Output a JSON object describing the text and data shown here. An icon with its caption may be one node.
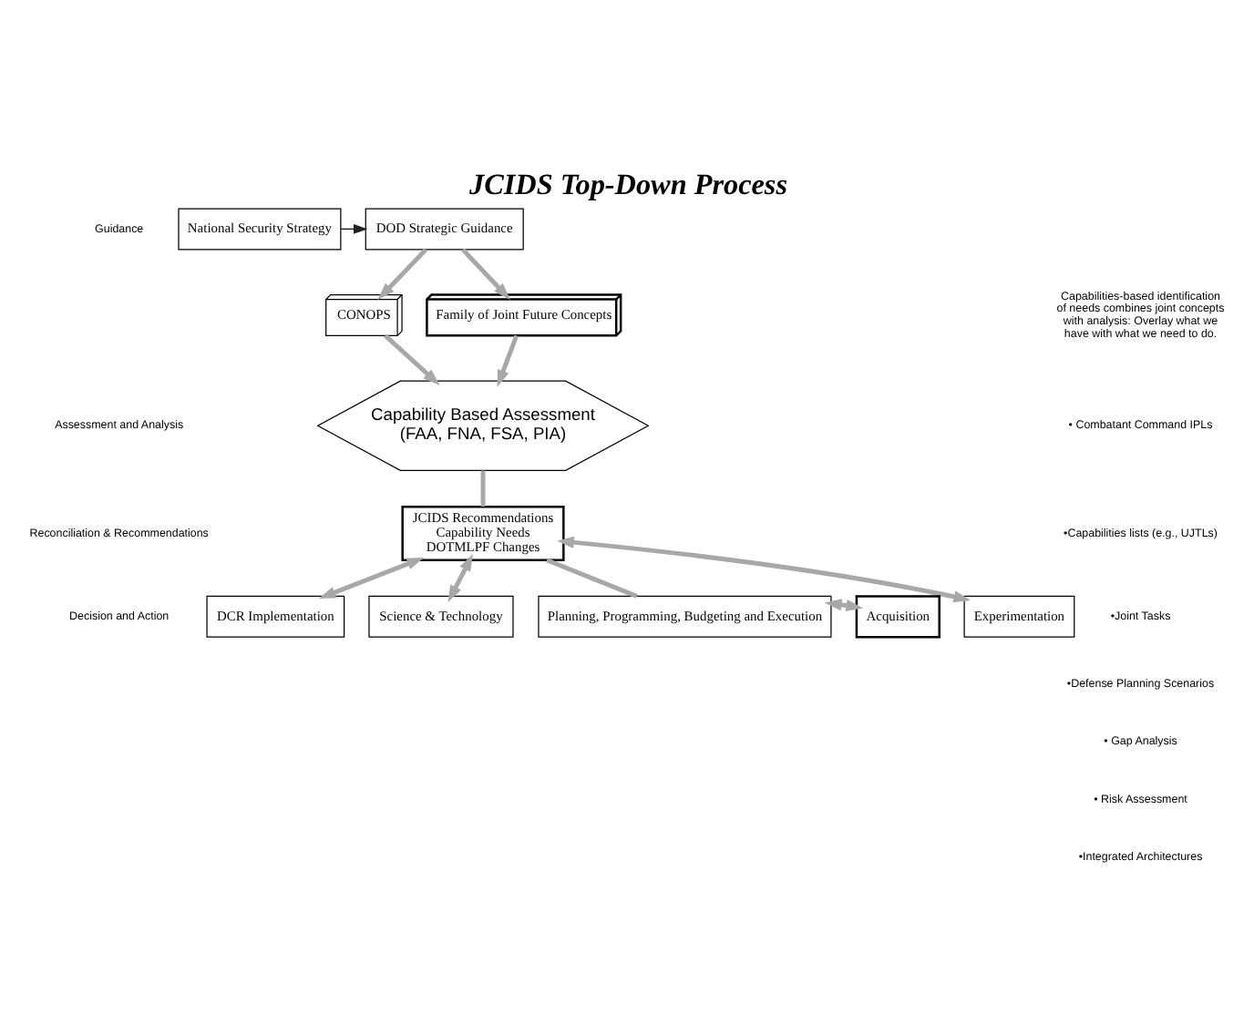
{
  "diagram": {
    "title": "JCIDS Top-Down Process",
    "nodes": [
      {
        "text": [
          "National Security Strategy"
        ]
      },
      {
        "text": [
          "DOD Strategic Guidance"
        ]
      },
      {
        "text": [
          "CONOPS"
        ]
      },
      {
        "text": [
          "Family of Joint Future Concepts"
        ]
      },
      {
        "text": [
          "Capability Based Assessment",
          "(FAA, FNA, FSA, PIA)"
        ]
      },
      {
        "text": [
          "JCIDS Recommendations",
          "Capability Needs",
          "DOTMLPF Changes"
        ]
      },
      {
        "text": [
          "DCR Implementation"
        ]
      },
      {
        "text": [
          "Science & Technology"
        ]
      },
      {
        "text": [
          "Planning, Programming, Budgeting and Execution"
        ]
      },
      {
        "text": [
          "Acquisition"
        ]
      },
      {
        "text": [
          "Experimentation"
        ]
      }
    ],
    "edges": [
      {
        "from": 0,
        "to": 1,
        "arrow": "to",
        "color": "#222222"
      },
      {
        "from": 1,
        "to": 2,
        "arrow": "to"
      },
      {
        "from": 1,
        "to": 3,
        "arrow": "to"
      },
      {
        "from": 2,
        "to": 4,
        "arrow": "to"
      },
      {
        "from": 3,
        "to": 4,
        "arrow": "to"
      },
      {
        "from": 4,
        "to": 5,
        "arrow": "none"
      },
      {
        "from": 5,
        "to": 6,
        "arrow": "both"
      },
      {
        "from": 5,
        "to": 7,
        "arrow": "both"
      },
      {
        "from": 5,
        "to": 8,
        "arrow": "none"
      },
      {
        "from": 8,
        "to": 9,
        "arrow": "both"
      },
      {
        "from": 5,
        "to": 10,
        "arrow": "both"
      }
    ],
    "labels": [
      "Guidance",
      "Capabilities-based identification of needs combines joint concepts with analysis: Overlay what we have with what we need to do.",
      "• Combatant Command IPLs",
      "•Capabilities lists (e.g., UJTLs)",
      "•Joint Tasks",
      "•Defense Planning Scenarios",
      "• Gap Analysis",
      "• Risk Assessment",
      "•Integrated Architectures",
      "Assessment and Analysis",
      "Reconciliation & Recommendations",
      "Decision and Action"
    ]
  }
}
